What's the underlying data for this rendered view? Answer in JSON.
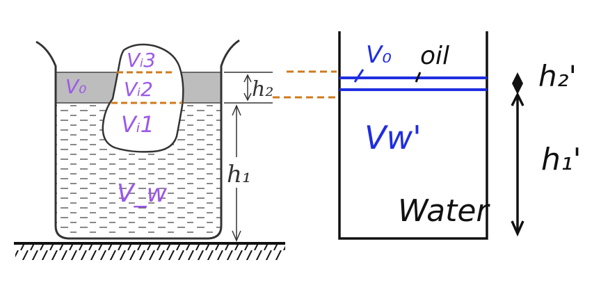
{
  "left_diagram": {
    "labels": {
      "v_oil": "V₀",
      "v_i3": "Vᵢ3",
      "v_i2": "Vᵢ2",
      "v_i1": "Vᵢ1",
      "v_w": "V_w",
      "h1": "h₁",
      "h2": "h₂"
    }
  },
  "right_diagram": {
    "labels": {
      "v_oil": "V₀",
      "oil": "oil",
      "v_w_prime": "Vw'",
      "water": "Water",
      "h2_prime": "h₂'",
      "h1_prime": "h₁'"
    }
  },
  "colors": {
    "purple_labels": "#9b59e8",
    "orange_dashes": "#d07a1c",
    "blue_lines": "#1f2ee0",
    "black": "#111111",
    "oil_fill": "#bdbdbd"
  }
}
